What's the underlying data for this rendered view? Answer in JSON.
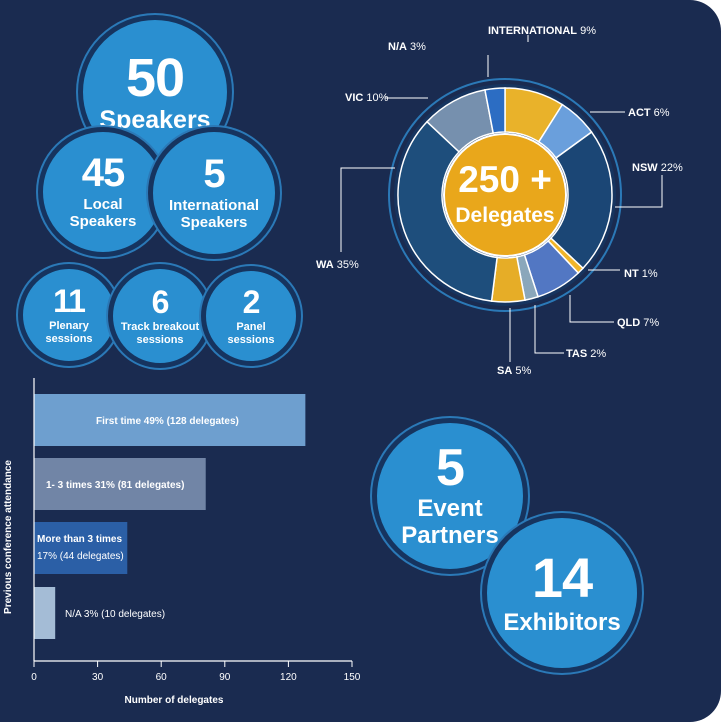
{
  "colors": {
    "background": "#1a2b50",
    "circle_blue": "#2a8fd0",
    "circle_ring": "#16345f",
    "center_gold": "#e9a71b"
  },
  "speakers": {
    "total": {
      "number": "50",
      "label": "Speakers"
    },
    "local": {
      "number": "45",
      "label_line1": "Local",
      "label_line2": "Speakers"
    },
    "international": {
      "number": "5",
      "label_line1": "International",
      "label_line2": "Speakers"
    }
  },
  "sessions": {
    "plenary": {
      "number": "11",
      "label_line1": "Plenary",
      "label_line2": "sessions"
    },
    "track": {
      "number": "6",
      "label_line1": "Track breakout",
      "label_line2": "sessions"
    },
    "panel": {
      "number": "2",
      "label_line1": "Panel",
      "label_line2": "sessions"
    }
  },
  "partners": {
    "number": "5",
    "label_line1": "Event",
    "label_line2": "Partners"
  },
  "exhibitors": {
    "number": "14",
    "label": "Exhibitors"
  },
  "chart_data": [
    {
      "type": "pie",
      "donut": true,
      "center_label": {
        "number": "250 +",
        "text": "Delegates"
      },
      "slices": [
        {
          "label": "INTERNATIONAL",
          "value": 9,
          "display": "9%",
          "color": "#e9b22a"
        },
        {
          "label": "ACT",
          "value": 6,
          "display": "6%",
          "color": "#6a9fdc"
        },
        {
          "label": "NSW",
          "value": 22,
          "display": "22%",
          "color": "#1b4675"
        },
        {
          "label": "NT",
          "value": 1,
          "display": "1%",
          "color": "#f0b52a"
        },
        {
          "label": "QLD",
          "value": 7,
          "display": "7%",
          "color": "#5277c3"
        },
        {
          "label": "TAS",
          "value": 2,
          "display": "2%",
          "color": "#8aa7bb"
        },
        {
          "label": "SA",
          "value": 5,
          "display": "5%",
          "color": "#e6ad27"
        },
        {
          "label": "WA",
          "value": 35,
          "display": "35%",
          "color": "#1e4e7c"
        },
        {
          "label": "VIC",
          "value": 10,
          "display": "10%",
          "color": "#7690ae"
        },
        {
          "label": "N/A",
          "value": 3,
          "display": "3%",
          "color": "#2c6dc3"
        }
      ]
    },
    {
      "type": "bar",
      "orientation": "horizontal",
      "xlabel": "Number of delegates",
      "ylabel": "Previous conference attendance",
      "xlim": [
        0,
        150
      ],
      "xticks": [
        "0",
        "30",
        "60",
        "90",
        "120",
        "150"
      ],
      "bars": [
        {
          "value": 128,
          "label_line1": "First time 49% (128 delegates)",
          "label_line2": "",
          "color": "#6e9fcf"
        },
        {
          "value": 81,
          "label_line1": "1- 3 times  31% (81 delegates)",
          "label_line2": "",
          "color": "#7185a6"
        },
        {
          "value": 44,
          "label_line1": "More than 3 times",
          "label_line2": "17% (44 delegates)",
          "color": "#2b5fa6"
        },
        {
          "value": 10,
          "label_line1": "",
          "label_line2": "N/A 3% (10 delegates)",
          "color": "#a4bcd6"
        }
      ]
    }
  ]
}
